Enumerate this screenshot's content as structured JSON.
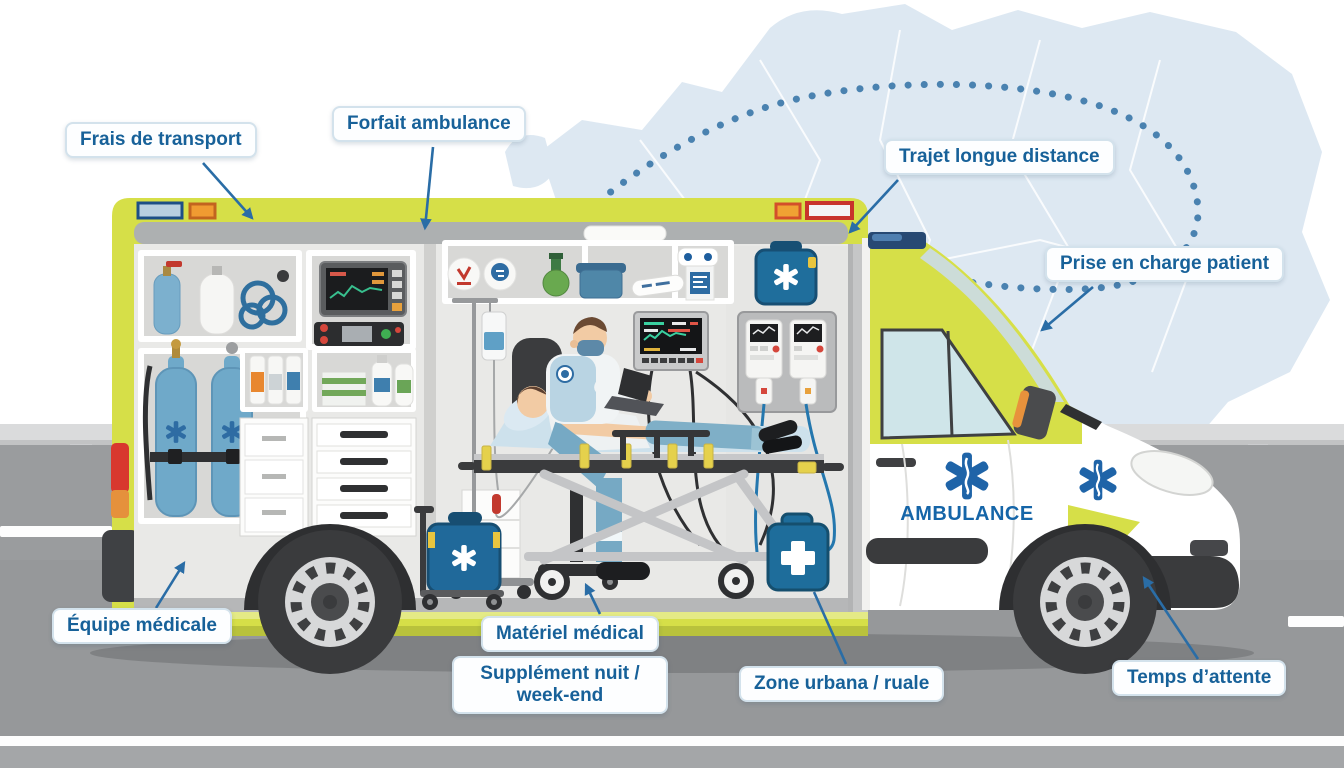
{
  "labels": {
    "frais": {
      "text": "Frais de transport"
    },
    "forfait": {
      "text": "Forfait ambulance"
    },
    "trajet": {
      "text": "Trajet longue distance"
    },
    "prise": {
      "text": "Prise en charge patient"
    },
    "equipe": {
      "text": "Équipe médicale"
    },
    "materiel": {
      "text": "Matériel médical"
    },
    "supplement": {
      "text": "Supplément nuit / week-end"
    },
    "zone": {
      "text": "Zone urbana / ruale"
    },
    "temps": {
      "text": "Temps d’attente"
    }
  },
  "vehicle": {
    "brand_text": "AMBULANCE"
  },
  "colors": {
    "accent_blue": "#2a6da6",
    "label_text_blue": "#176199",
    "van_yellow": "#d6df48",
    "star_of_life_blue": "#1f64a8",
    "map_blue": "#dde8f2",
    "road_gray": "#9a9c9e",
    "oxygen_tank_blue": "#6fa9c9",
    "case_blue": "#1e6d9b"
  }
}
